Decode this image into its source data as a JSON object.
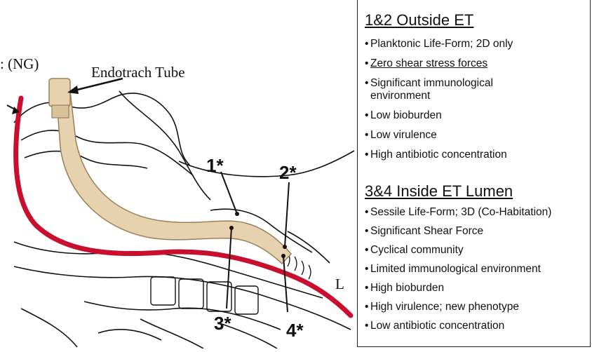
{
  "diagram": {
    "ng_label": ": (NG)",
    "tube_label": "Endotrach Tube",
    "marker_1": "1*",
    "marker_2": "2*",
    "marker_3": "3*",
    "marker_4": "4*",
    "letter_l": "L"
  },
  "panel": {
    "section1": {
      "heading": "1&2 Outside ET",
      "items": [
        "Planktonic Life-Form; 2D only",
        "Zero shear stress forces",
        "Significant immunological environment",
        "Low bioburden",
        "Low virulence",
        "High antibiotic concentration"
      ]
    },
    "section2": {
      "heading": "3&4 Inside ET Lumen",
      "items": [
        "Sessile Life-Form; 3D (Co-Habitation)",
        "Significant Shear Force",
        "Cyclical community",
        "Limited immunological environment",
        "High bioburden",
        "High virulence; new phenotype",
        "Low antibiotic concentration"
      ]
    },
    "bullet": "•"
  },
  "colors": {
    "ng_tube": "#c8102e",
    "et_tube_fill": "#e6d2ae",
    "et_tube_stroke": "#9a8058",
    "line": "#111111"
  }
}
